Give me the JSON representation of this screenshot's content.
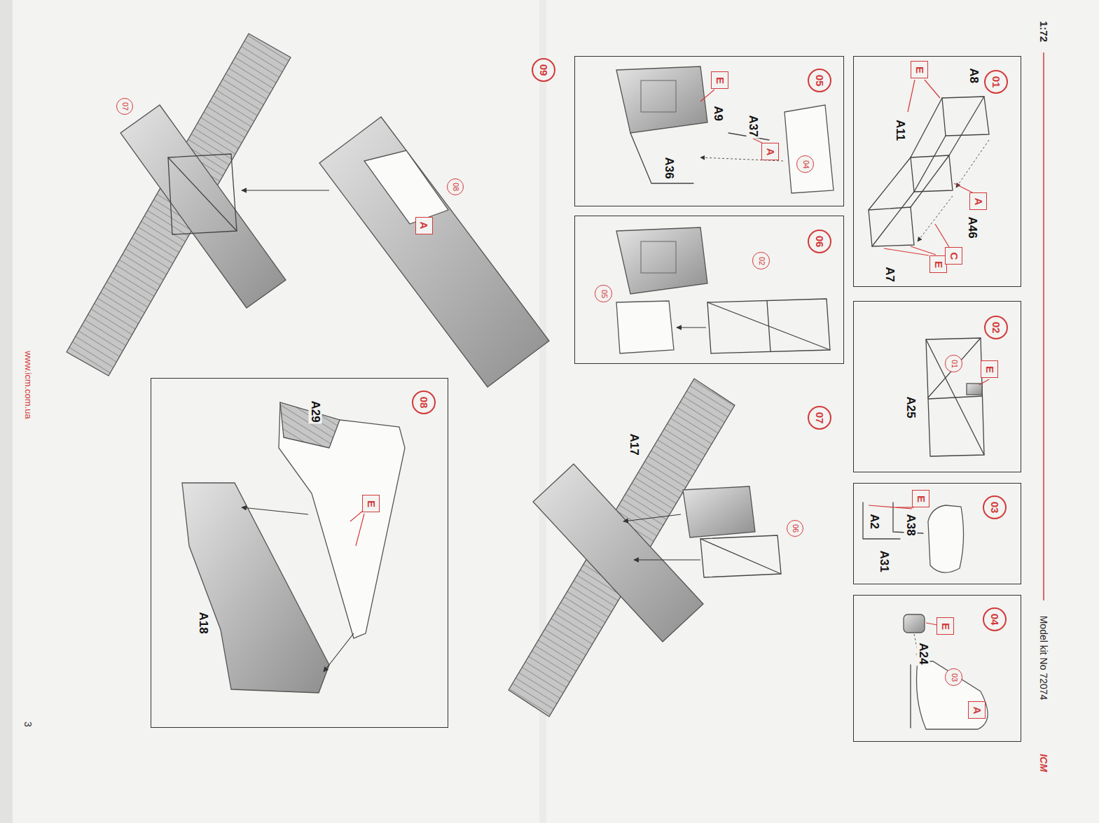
{
  "diagram": {
    "nodes": [
      {
        "text": [
          "A8",
          "A11",
          "A46",
          "A7"
        ]
      },
      {
        "text": [
          "01"
        ],
        "in": 0
      },
      {
        "text": [
          "E"
        ],
        "in": 0
      },
      {
        "text": [
          "E"
        ],
        "in": 0
      },
      {
        "text": [
          "A"
        ],
        "in": 0
      },
      {
        "text": [
          "C"
        ],
        "in": 0
      },
      {
        "text": [
          "A25"
        ]
      },
      {
        "text": [
          "02"
        ],
        "in": 6
      },
      {
        "text": [
          "E"
        ],
        "in": 6
      },
      {
        "text": [
          "01"
        ],
        "in": 6
      },
      {
        "text": [
          "A38",
          "A2",
          "A31"
        ]
      },
      {
        "text": [
          "03"
        ],
        "in": 10
      },
      {
        "text": [
          "E"
        ],
        "in": 10
      },
      {
        "text": [
          "A24"
        ]
      },
      {
        "text": [
          "04"
        ],
        "in": 13
      },
      {
        "text": [
          "E"
        ],
        "in": 13
      },
      {
        "text": [
          "A"
        ],
        "in": 13
      },
      {
        "text": [
          "03"
        ],
        "in": 13
      },
      {
        "text": [
          "A37",
          "A9",
          "A36"
        ]
      },
      {
        "text": [
          "05"
        ],
        "in": 18
      },
      {
        "text": [
          "E"
        ],
        "in": 18
      },
      {
        "text": [
          "A"
        ],
        "in": 18
      },
      {
        "text": [
          "04"
        ],
        "in": 18
      },
      {
        "text": []
      },
      {
        "text": [
          "06"
        ],
        "in": 23
      },
      {
        "text": [
          "02"
        ],
        "in": 23
      },
      {
        "text": [
          "05"
        ],
        "in": 23
      },
      {
        "text": [
          "07"
        ]
      },
      {
        "text": [
          "06"
        ]
      },
      {
        "text": [
          "A29",
          "A18"
        ]
      },
      {
        "text": [
          "08"
        ],
        "in": 29
      },
      {
        "text": [
          "E"
        ],
        "in": 29
      },
      {
        "text": [
          "09"
        ]
      },
      {
        "text": [
          "07"
        ]
      },
      {
        "text": [
          "08"
        ]
      },
      {
        "text": [
          "A"
        ]
      }
    ],
    "labels": [
      "1:72",
      "Model kit No 72074",
      "ICM",
      "A17",
      "www.icm.com.ua",
      "3"
    ]
  }
}
